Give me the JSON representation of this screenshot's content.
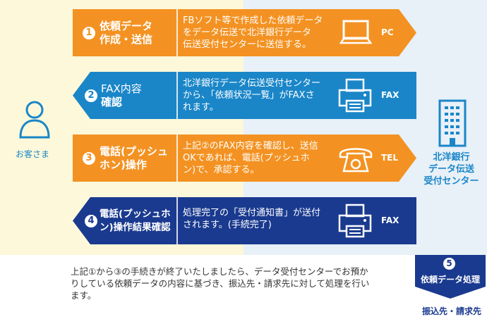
{
  "customer": {
    "label": "お客さま"
  },
  "bank": {
    "label_line1": "北洋銀行",
    "label_line2": "データ伝送",
    "label_line3": "受付センター"
  },
  "steps": [
    {
      "num": "1",
      "title_line1": "依頼データ",
      "title_line2": "作成・送信",
      "desc_lines": [
        "FBソフト等で作成した依頼データ",
        "をデータ伝送で北洋銀行データ",
        "伝送受付センターに送信する。"
      ],
      "tag": "PC",
      "icon": "pc-icon",
      "color": "#f39222"
    },
    {
      "num": "2",
      "title_line1": "FAX内容",
      "title_line2": "確認",
      "desc_lines": [
        "北洋銀行データ伝送受付センター",
        "から、「依頼状況一覧」がFAXさ",
        "れます。"
      ],
      "tag": "FAX",
      "icon": "fax-icon",
      "color": "#1a86c8"
    },
    {
      "num": "3",
      "title_line1": "電話(プッシュ",
      "title_line2": "ホン)操作",
      "desc_lines": [
        "上記②のFAX内容を確認し、送信",
        "OKであれば、電話(プッシュホ",
        "ン)で、承認する。"
      ],
      "tag": "TEL",
      "icon": "telephone-icon",
      "color": "#f39222"
    },
    {
      "num": "4",
      "title_line1": "電話(プッシュホ",
      "title_line2": "ン)操作結果確認",
      "desc_lines": [
        "処理完了の「受付通知書」が送付",
        "されます。(手続完了)"
      ],
      "tag": "FAX",
      "icon": "fax-icon",
      "color": "#1a3a8f"
    }
  ],
  "bottom": {
    "lines": [
      "上記①から③の手続きが終了いたしましたら、データ受付センターでお預か",
      "りしている依頼データの内容に基づき、振込先・請求先に対して処理を行い",
      "ます。"
    ]
  },
  "step5": {
    "num": "5",
    "title": "依頼データ処理",
    "sub": "振込先・請求先",
    "color": "#1a3a8f"
  }
}
